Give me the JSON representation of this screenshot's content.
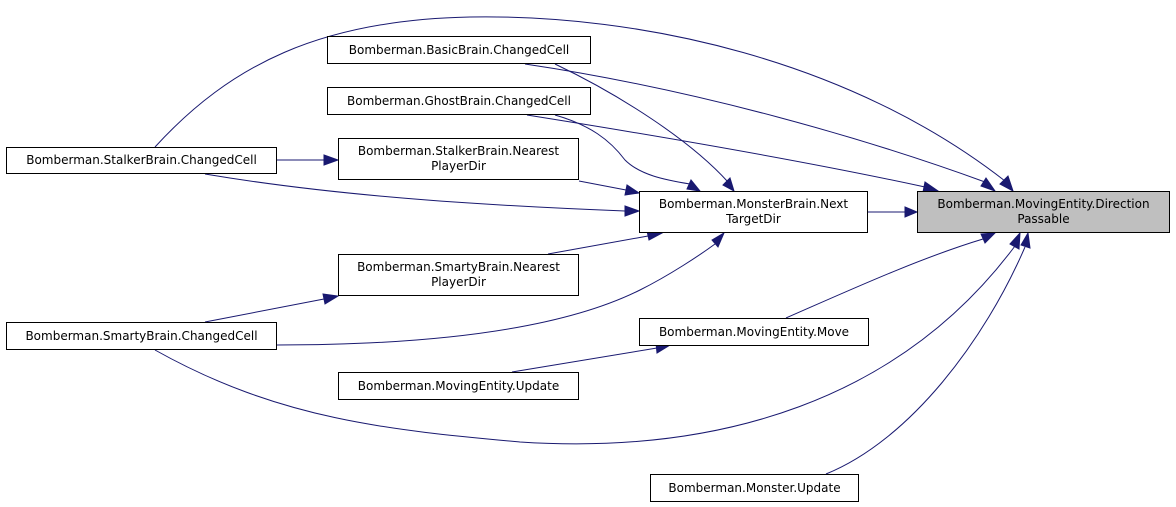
{
  "nodes": {
    "direction_passable": {
      "line1": "Bomberman.MovingEntity.Direction",
      "line2": "Passable"
    },
    "monsterbrain_next_target_dir": {
      "line1": "Bomberman.MonsterBrain.Next",
      "line2": "TargetDir"
    },
    "basicbrain_changed_cell": {
      "line1": "Bomberman.BasicBrain.ChangedCell"
    },
    "ghostbrain_changed_cell": {
      "line1": "Bomberman.GhostBrain.ChangedCell"
    },
    "stalkerbrain_nearest_player_dir": {
      "line1": "Bomberman.StalkerBrain.Nearest",
      "line2": "PlayerDir"
    },
    "stalkerbrain_changed_cell": {
      "line1": "Bomberman.StalkerBrain.ChangedCell"
    },
    "smartybrain_nearest_player_dir": {
      "line1": "Bomberman.SmartyBrain.Nearest",
      "line2": "PlayerDir"
    },
    "smartybrain_changed_cell": {
      "line1": "Bomberman.SmartyBrain.ChangedCell"
    },
    "movingentity_move": {
      "line1": "Bomberman.MovingEntity.Move"
    },
    "movingentity_update": {
      "line1": "Bomberman.MovingEntity.Update"
    },
    "monster_update": {
      "line1": "Bomberman.Monster.Update"
    }
  },
  "colors": {
    "edge": "#191970",
    "focus_fill": "#bfbfbf",
    "node_fill": "#ffffff",
    "border": "#000000"
  }
}
